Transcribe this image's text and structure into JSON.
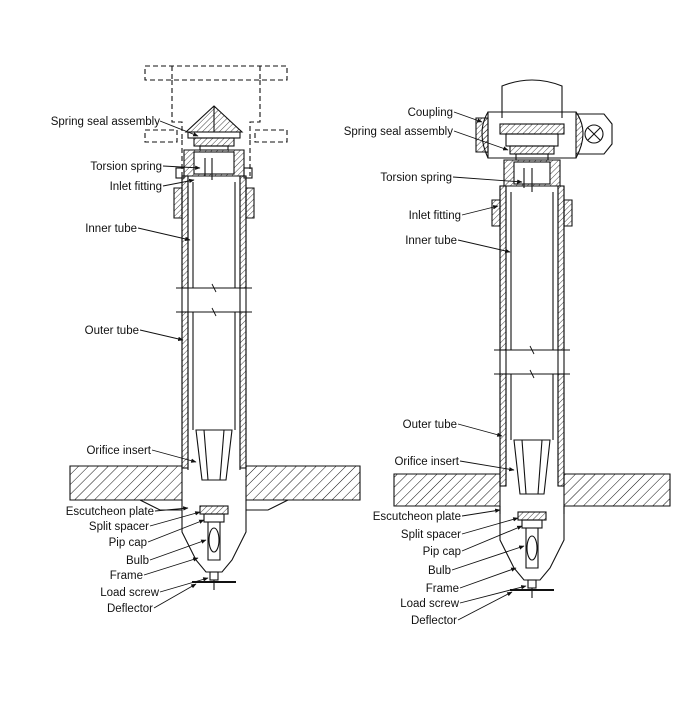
{
  "left_assembly": {
    "labels": {
      "spring_seal_assembly": "Spring seal assembly",
      "torsion_spring": "Torsion spring",
      "inlet_fitting": "Inlet fitting",
      "inner_tube": "Inner tube",
      "outer_tube": "Outer tube",
      "orifice_insert": "Orifice insert",
      "escutcheon_plate": "Escutcheon plate",
      "split_spacer": "Split spacer",
      "pip_cap": "Pip cap",
      "bulb": "Bulb",
      "frame": "Frame",
      "load_screw": "Load screw",
      "deflector": "Deflector"
    }
  },
  "right_assembly": {
    "labels": {
      "coupling": "Coupling",
      "spring_seal_assembly": "Spring seal assembly",
      "torsion_spring": "Torsion spring",
      "inlet_fitting": "Inlet fitting",
      "inner_tube": "Inner tube",
      "outer_tube": "Outer tube",
      "orifice_insert": "Orifice insert",
      "escutcheon_plate": "Escutcheon plate",
      "split_spacer": "Split spacer",
      "pip_cap": "Pip cap",
      "bulb": "Bulb",
      "frame": "Frame",
      "load_screw": "Load screw",
      "deflector": "Deflector"
    }
  },
  "colors": {
    "line": "#111111",
    "background": "#ffffff"
  }
}
